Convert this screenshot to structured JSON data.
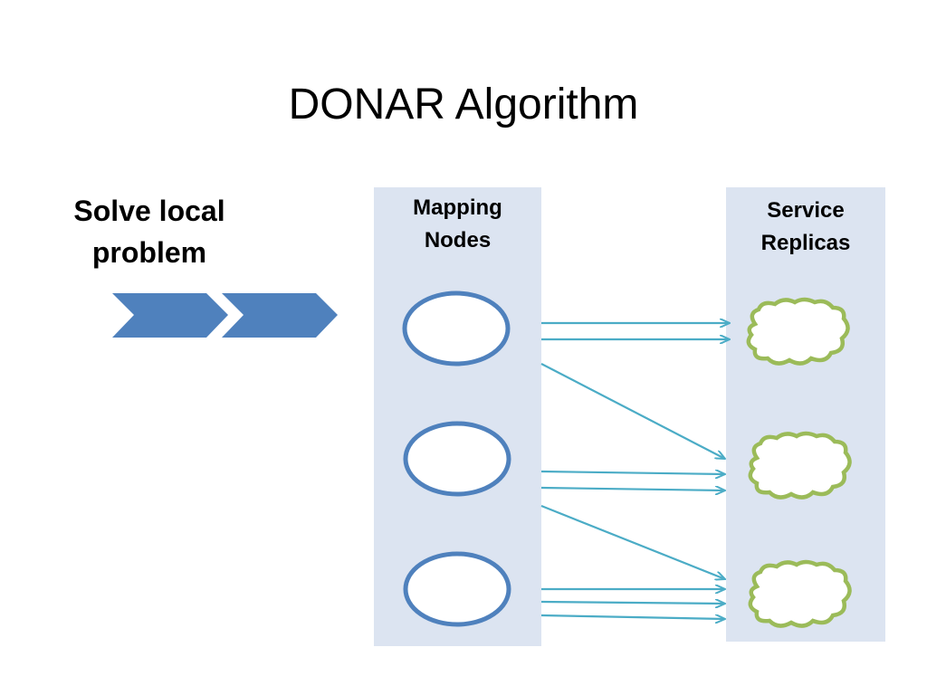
{
  "slide": {
    "title": "DONAR Algorithm",
    "step": {
      "line1": "Solve local",
      "line2": "problem"
    },
    "mapping_column": {
      "label_line1": "Mapping",
      "label_line2": "Nodes",
      "node_count": 3
    },
    "service_column": {
      "label_line1": "Service",
      "label_line2": "Replicas",
      "replica_count": 3
    },
    "connections": [
      {
        "from": 1,
        "to": 1
      },
      {
        "from": 1,
        "to": 1
      },
      {
        "from": 1,
        "to": 2
      },
      {
        "from": 2,
        "to": 2
      },
      {
        "from": 2,
        "to": 2
      },
      {
        "from": 2,
        "to": 3
      },
      {
        "from": 3,
        "to": 3
      },
      {
        "from": 3,
        "to": 3
      },
      {
        "from": 3,
        "to": 3
      }
    ],
    "colors": {
      "column_fill": "#dce4f1",
      "chevron": "#4f81bd",
      "node_stroke": "#4f81bd",
      "replica_stroke": "#9bbb59",
      "arrow": "#4bacc6"
    }
  }
}
